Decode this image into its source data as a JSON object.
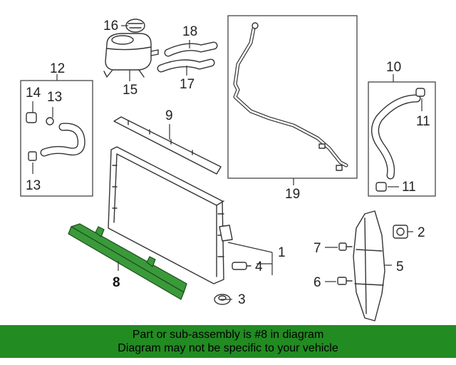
{
  "callouts": {
    "c1": "1",
    "c2": "2",
    "c3": "3",
    "c4": "4",
    "c5": "5",
    "c6": "6",
    "c7": "7",
    "c8": "8",
    "c9": "9",
    "c10": "10",
    "c11a": "11",
    "c11b": "11",
    "c12": "12",
    "c13a": "13",
    "c13b": "13",
    "c14": "14",
    "c15": "15",
    "c16": "16",
    "c17": "17",
    "c18": "18",
    "c19": "19"
  },
  "highlight_color": "#3a9a3a",
  "banner": {
    "background": "#228b22",
    "line1": "Part or sub-assembly is #8 in diagram",
    "line2": "Diagram may not be specific to your vehicle"
  }
}
